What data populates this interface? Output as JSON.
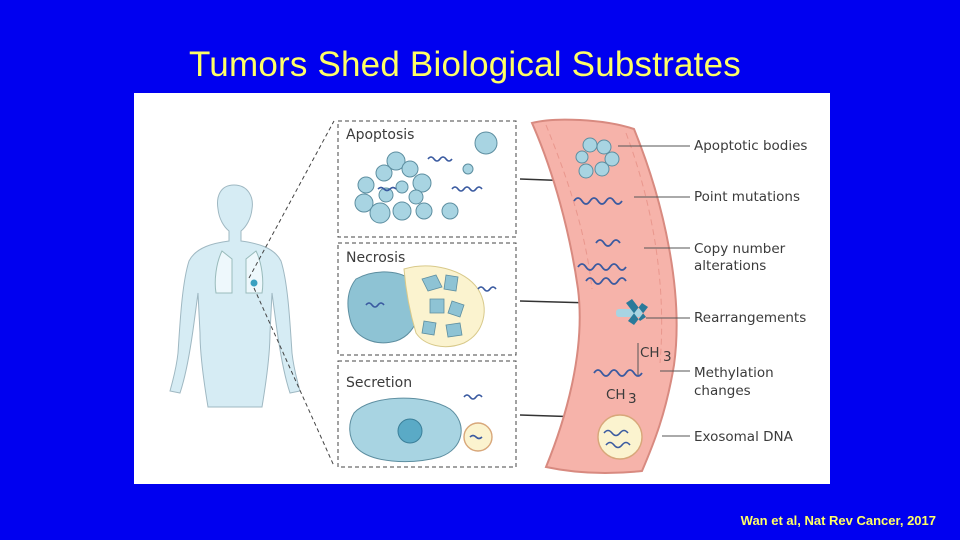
{
  "title": "Tumors Shed Biological Substrates",
  "citation": "Wan et al, Nat Rev Cancer, 2017",
  "panels": [
    "Apoptosis",
    "Necrosis",
    "Secretion"
  ],
  "labels": {
    "apoptotic_bodies": "Apoptotic bodies",
    "point_mutations": "Point mutations",
    "copy_number_1": "Copy number",
    "copy_number_2": "alterations",
    "rearrangements": "Rearrangements",
    "methylation_1": "Methylation",
    "methylation_2": "changes",
    "exosomal_dna": "Exosomal DNA",
    "ch3_a": "CH",
    "ch3_b": "CH"
  },
  "colors": {
    "background": "#0000f0",
    "title": "#ffff66",
    "vessel": "#f6b3aa",
    "cell": "#8ec3d4",
    "dna": "#3a5aa0"
  }
}
